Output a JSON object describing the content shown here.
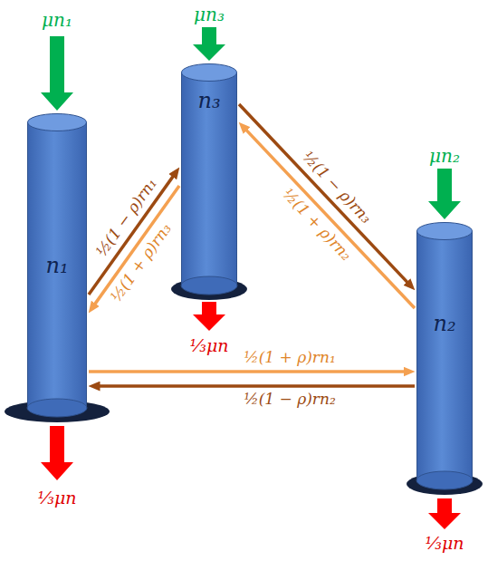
{
  "diagram": {
    "nodes": [
      {
        "text": [
          "n₁"
        ]
      },
      {
        "text": [
          "n₃"
        ]
      },
      {
        "text": [
          "n₂"
        ]
      }
    ],
    "edges": [
      {
        "from": 0,
        "to": 1,
        "arrow": "to",
        "label": "½(1 − ρ)rn₁"
      },
      {
        "from": 1,
        "to": 0,
        "arrow": "to",
        "label": "½(1 + ρ)rn₃"
      },
      {
        "from": 1,
        "to": 2,
        "arrow": "to",
        "label": "½(1 − ρ)rn₃"
      },
      {
        "from": 2,
        "to": 1,
        "arrow": "to",
        "label": "½(1 + ρ)rn₂"
      },
      {
        "from": 0,
        "to": 2,
        "arrow": "to",
        "label": "½(1 + ρ)rn₁"
      },
      {
        "from": 2,
        "to": 0,
        "arrow": "to",
        "label": "½(1 − ρ)rn₂"
      }
    ],
    "labels": [
      "μn₁",
      "μn₃",
      "μn₂",
      "⅓μn",
      "⅓μn",
      "⅓μn"
    ]
  }
}
